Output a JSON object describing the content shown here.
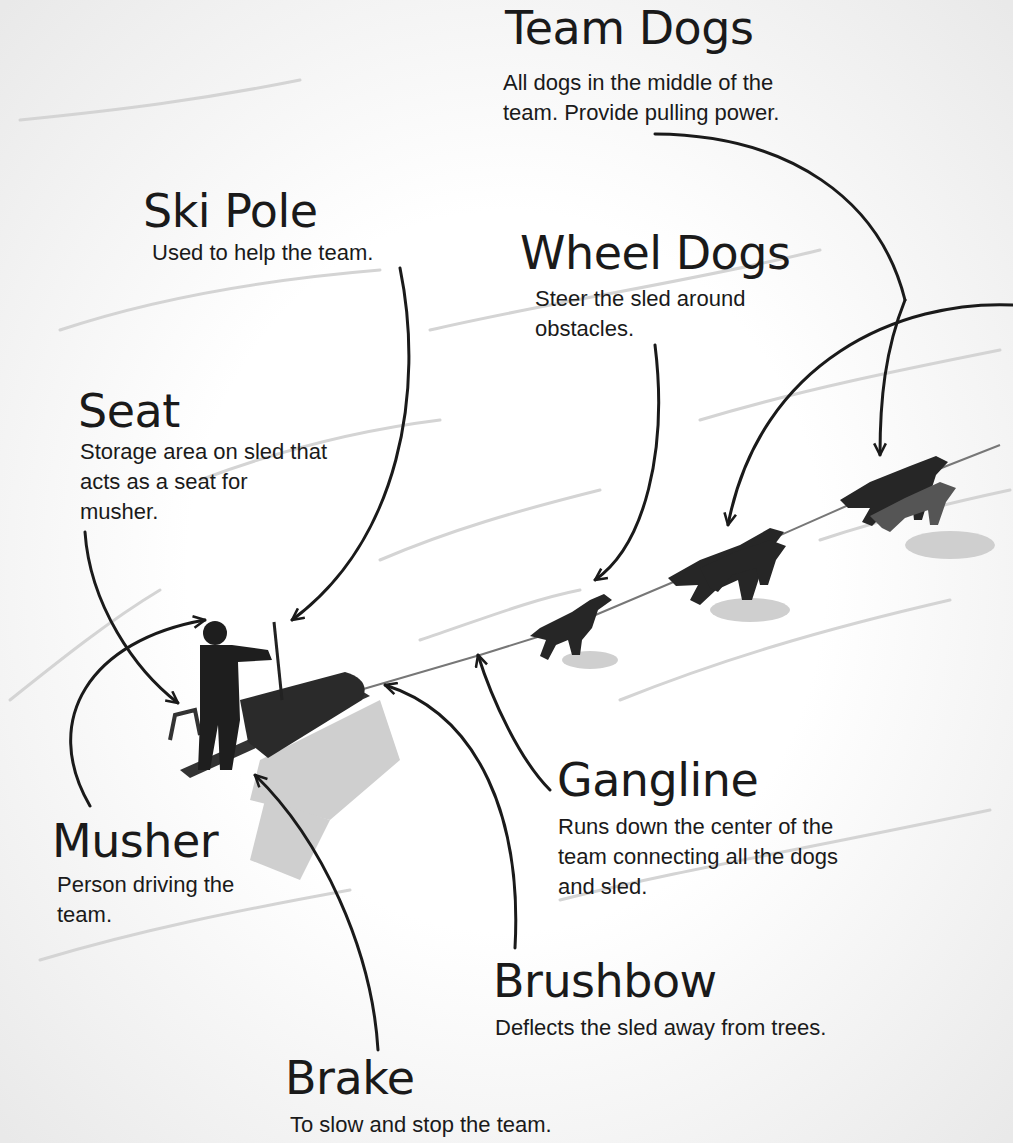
{
  "diagram": {
    "labels": [
      "Team Dogs",
      "All dogs in the middle of the team. Provide pulling power.",
      "Ski Pole",
      "Used to help the team.",
      "Wheel Dogs",
      "Steer the sled around obstacles.",
      "Seat",
      "Storage area on sled that acts as a seat for musher.",
      "Gangline",
      "Runs down the center of the team connecting all the dogs and sled.",
      "Musher",
      "Person driving the team.",
      "Brushbow",
      "Deflects the sled away from trees.",
      "Brake",
      "To slow and stop the team."
    ]
  }
}
